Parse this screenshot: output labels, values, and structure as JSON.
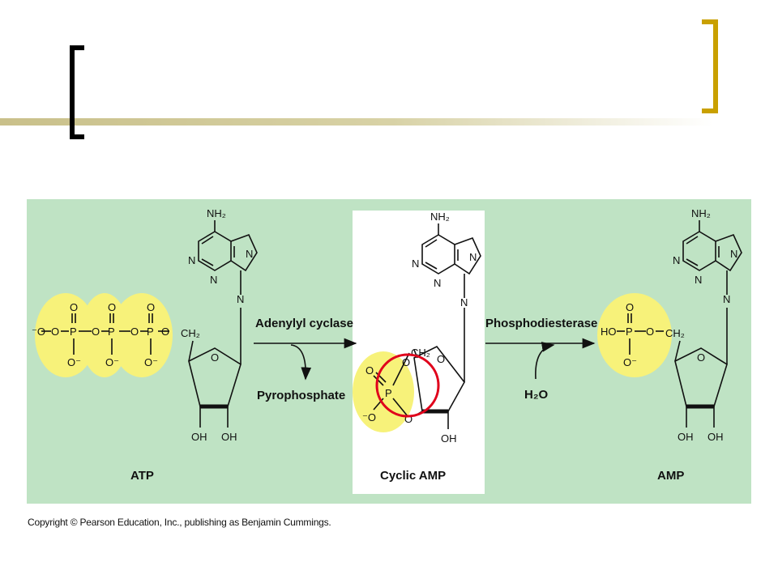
{
  "figure": {
    "labels": {
      "atp": "ATP",
      "camp": "Cyclic AMP",
      "amp": "AMP",
      "enzyme_cyclase": "Adenylyl cyclase",
      "byproduct": "Pyrophosphate",
      "enzyme_pde": "Phosphodiesterase",
      "water": "H₂O"
    },
    "atoms": {
      "nh2": "NH₂",
      "n": "N",
      "o": "O",
      "p": "P",
      "o_minus": "O⁻",
      "minus_o": "⁻O",
      "ch2": "CH₂",
      "oh": "OH",
      "ho": "HO"
    },
    "colors": {
      "panel": "#bfe3c4",
      "phosphate_highlight": "#f7f27a",
      "camp_box": "#ffffff",
      "circle": "#e0001b"
    }
  },
  "copyright": "Copyright © Pearson Education, Inc., publishing as Benjamin Cummings."
}
